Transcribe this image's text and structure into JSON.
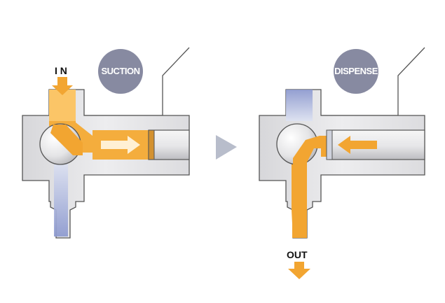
{
  "labels": {
    "inlet": "I N",
    "outlet": "OUT"
  },
  "badges": {
    "suction": "SUCTION",
    "dispense": "DISPENSE"
  },
  "colors": {
    "fluid": "#f2a531",
    "inlet_fluid": "#fbc566",
    "body": "#e2e2e4",
    "outline": "#555555",
    "badge": "#878aa1",
    "channel_blue": "#aab4dc",
    "arrow_gray": "#b6bac9"
  }
}
